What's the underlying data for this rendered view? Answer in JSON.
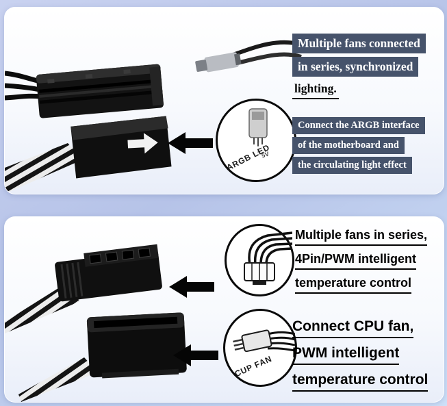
{
  "top_section": {
    "series_callout": {
      "line1": "Multiple fans connected",
      "line2": "in series, synchronized",
      "line3": "lighting."
    },
    "argb_callout": {
      "line1": "Connect the ARGB interface",
      "line2": "of the motherboard and",
      "line3": "the circulating light effect"
    },
    "circle": {
      "label": "ARGB LED",
      "voltage": "5V"
    }
  },
  "bottom_section": {
    "series_callout": {
      "line1": "Multiple fans in series,",
      "line2": "4Pin/PWM intelligent",
      "line3": "temperature control"
    },
    "cpu_callout": {
      "line1": "Connect CPU fan,",
      "line2": "PWM intelligent",
      "line3": "temperature control"
    },
    "circle": {
      "label": "CUP FAN"
    }
  },
  "colors": {
    "background_gradient_start": "#c9d2f0",
    "background_gradient_end": "#cde0f8",
    "panel_background": "#ffffff",
    "highlight_background": "#46536b",
    "highlight_text": "#ffffff",
    "body_text": "#000000",
    "connector_black": "#111111"
  }
}
